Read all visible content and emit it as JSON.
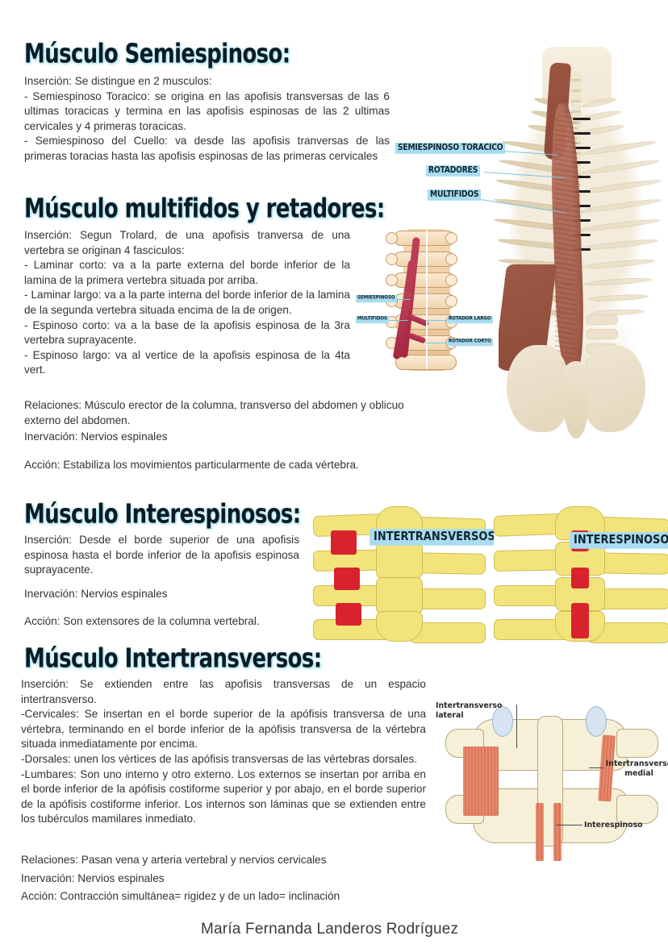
{
  "document": {
    "signature": "María Fernanda Landeros Rodríguez"
  },
  "sections": [
    {
      "heading": "Músculo Semiespinoso:",
      "body": "Inserción: Se distingue en 2 musculos:\n- Semiespinoso Toracico: se origina en las apofisis transversas de las 6 ultimas toracicas y termina en las apofisis espinosas de las  2 ultimas cervicales y 4 primeras toracicas.\n- Semiespinoso del Cuello: va desde las apofisis tranversas de las  primeras toracias hasta las apofisis espinosas de las primeras cervicales"
    },
    {
      "heading": "Músculo multifidos y retadores:",
      "body": "Inserción: Segun Trolard, de una apofisis tranversa de una vertebra se originan 4 fasciculos:\n- Laminar corto: va a la parte externa del borde inferior de la lamina de la primera vertebra situada por arriba.\n- Laminar largo: va a la parte interna del borde inferior de la lamina de la segunda vertebra situada encima de la de origen.\n- Espinoso corto: va a la base de la apofisis espinosa de la 3ra vertebra suprayacente.\n- Espinoso largo: va al vertice de la apofisis espinosa de la 4ta vert.",
      "relaciones": "Relaciones: Músculo erector de la columna, transverso del abdomen y oblicuo externo del abdomen.",
      "inervacion": "Inervación: Nervios espinales",
      "accion": "Acción: Estabiliza los movimientos particularmente de cada vértebra."
    },
    {
      "heading": "Músculo Interespinosos:",
      "body": "Inserción: Desde el borde superior de una apofisis espinosa hasta el borde inferior de la apofisis espinosa suprayacente.",
      "inervacion": "Inervación: Nervios espinales",
      "accion": "Acción: Son extensores de la columna vertebral."
    },
    {
      "heading": "Músculo Intertransversos:",
      "body": "Inserción: Se extienden entre las apofisis transversas de un espacio intertransverso.\n-Cervicales: Se insertan en el borde superior de la apófisis transversa de una vértebra, terminando en el borde inferior de la apófisis transversa de la vértebra situada inmediatamente por encima.\n-Dorsales: unen los vértices de las apófisis transversas de las vértebras dorsales.\n-Lumbares: Son uno interno y otro externo. Los externos se insertan por arriba en el borde inferior de la apófisis costiforme superior y por abajo, en el borde superior de la apófisis costiforme inferior. Los internos son láminas que se extienden entre los tubérculos mamilares inmediato.",
      "relaciones": "Relaciones: Pasan vena y arteria vertebral y nervios cervicales",
      "inervacion": "Inervación: Nervios espinales",
      "accion": "Acción: Contracción simultánea= rigidez y de un lado= inclinación"
    }
  ],
  "figures": {
    "back_illustration": {
      "name": "deep-back-muscles-skeleton",
      "labels": [
        "SEMIESPINOSO TORACICO",
        "ROTADORES",
        "MULTIFIDOS"
      ]
    },
    "multifidos_diagram": {
      "name": "vertebral-column-multifidus-rotators",
      "labels": [
        "SEMIESPINOSO",
        "MULTIFIDOS",
        "ROTADOR LARGO",
        "ROTADOR CORTO"
      ]
    },
    "interespinosos_panels": {
      "left_label": "INTERTRANSVERSOS",
      "right_label": "INTERESPINOSOS"
    },
    "lumbar_diagram": {
      "name": "lumbar-vertebrae-intertransverse",
      "labels": [
        "Intertransverso\nlateral",
        "Intertransverso\nmedial",
        "Interespinoso"
      ]
    }
  },
  "colors": {
    "heading_text": "#0d1b26",
    "heading_glow": "#a6e3ee",
    "body_text": "#333333",
    "chip_background": "#a9dcf0",
    "leader_line": "#79c5e4",
    "bone_yellow": "#f2e47a",
    "muscle_red": "#d8232f",
    "muscle_brown": "#a9604d",
    "page_background": "#ffffff"
  }
}
